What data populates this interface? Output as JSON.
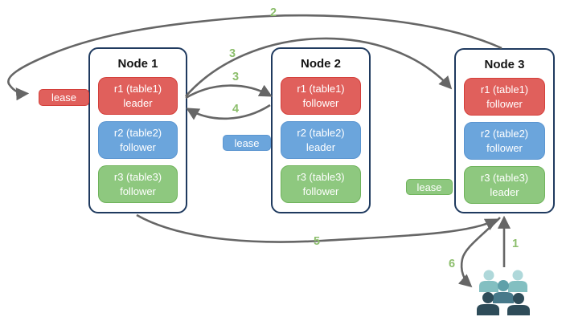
{
  "nodes": [
    {
      "title": "Node 1",
      "replicas": [
        {
          "name": "r1 (table1)",
          "role": "leader",
          "color": "red"
        },
        {
          "name": "r2 (table2)",
          "role": "follower",
          "color": "blue"
        },
        {
          "name": "r3 (table3)",
          "role": "follower",
          "color": "green"
        }
      ]
    },
    {
      "title": "Node 2",
      "replicas": [
        {
          "name": "r1 (table1)",
          "role": "follower",
          "color": "red"
        },
        {
          "name": "r2 (table2)",
          "role": "leader",
          "color": "blue"
        },
        {
          "name": "r3 (table3)",
          "role": "follower",
          "color": "green"
        }
      ]
    },
    {
      "title": "Node 3",
      "replicas": [
        {
          "name": "r1 (table1)",
          "role": "follower",
          "color": "red"
        },
        {
          "name": "r2 (table2)",
          "role": "follower",
          "color": "blue"
        },
        {
          "name": "r3 (table3)",
          "role": "leader",
          "color": "green"
        }
      ]
    }
  ],
  "leases": [
    {
      "label": "lease",
      "color": "red"
    },
    {
      "label": "lease",
      "color": "blue"
    },
    {
      "label": "lease",
      "color": "green"
    }
  ],
  "steps": {
    "s1": "1",
    "s2": "2",
    "s3a": "3",
    "s3b": "3",
    "s4": "4",
    "s5": "5",
    "s6": "6"
  },
  "colors": {
    "red-fill": "#E0605C",
    "red-border": "#D43F3A",
    "blue-fill": "#6BA5DC",
    "blue-border": "#5B95D0",
    "green-fill": "#8EC87F",
    "green-border": "#6FB35B",
    "node-border": "#1F3A5F",
    "arrow": "#666666",
    "step": "#8CBE6C",
    "user-light-head": "#AFD8DA",
    "user-light-body": "#83BFC1",
    "user-mid-head": "#5FA0A9",
    "user-mid-body": "#47798A",
    "user-dark": "#2E4C59"
  }
}
